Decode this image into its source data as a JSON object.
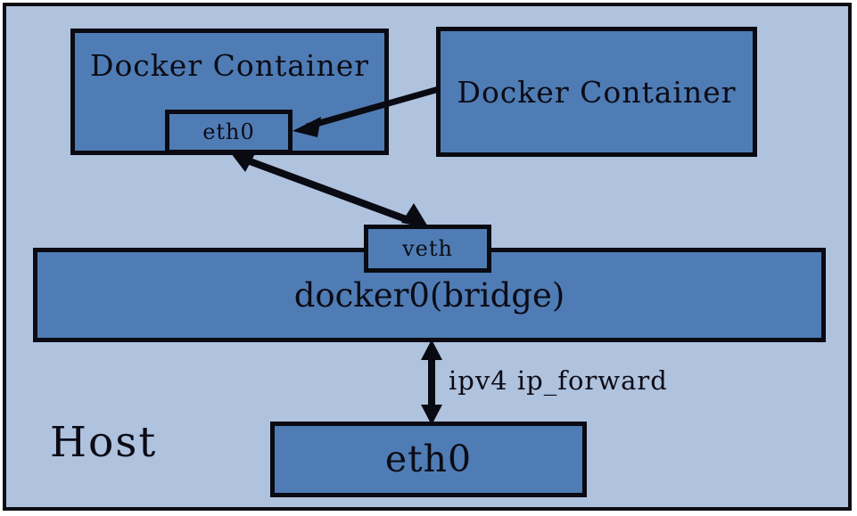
{
  "diagram": {
    "title_label": "Host",
    "background_color": "#afc2de",
    "node_fill_color": "#4f7cb4",
    "stroke_color": "#0a0a12",
    "nodes": [
      {
        "id": "container-left",
        "label": "Docker Container"
      },
      {
        "id": "container-right",
        "label": "Docker Container"
      },
      {
        "id": "eth0-container",
        "label": "eth0"
      },
      {
        "id": "veth",
        "label": "veth"
      },
      {
        "id": "docker0",
        "label": "docker0(bridge)"
      },
      {
        "id": "eth0-host",
        "label": "eth0"
      }
    ],
    "edges": [
      {
        "id": "right-container-to-eth0",
        "label": "",
        "arrowheads": "single"
      },
      {
        "id": "eth0-to-veth",
        "label": "",
        "arrowheads": "double"
      },
      {
        "id": "docker0-to-eth0-host",
        "label": "ipv4 ip_forward",
        "arrowheads": "double"
      }
    ],
    "labels": {
      "host": "Host",
      "ip_forward": "ipv4 ip_forward"
    }
  }
}
